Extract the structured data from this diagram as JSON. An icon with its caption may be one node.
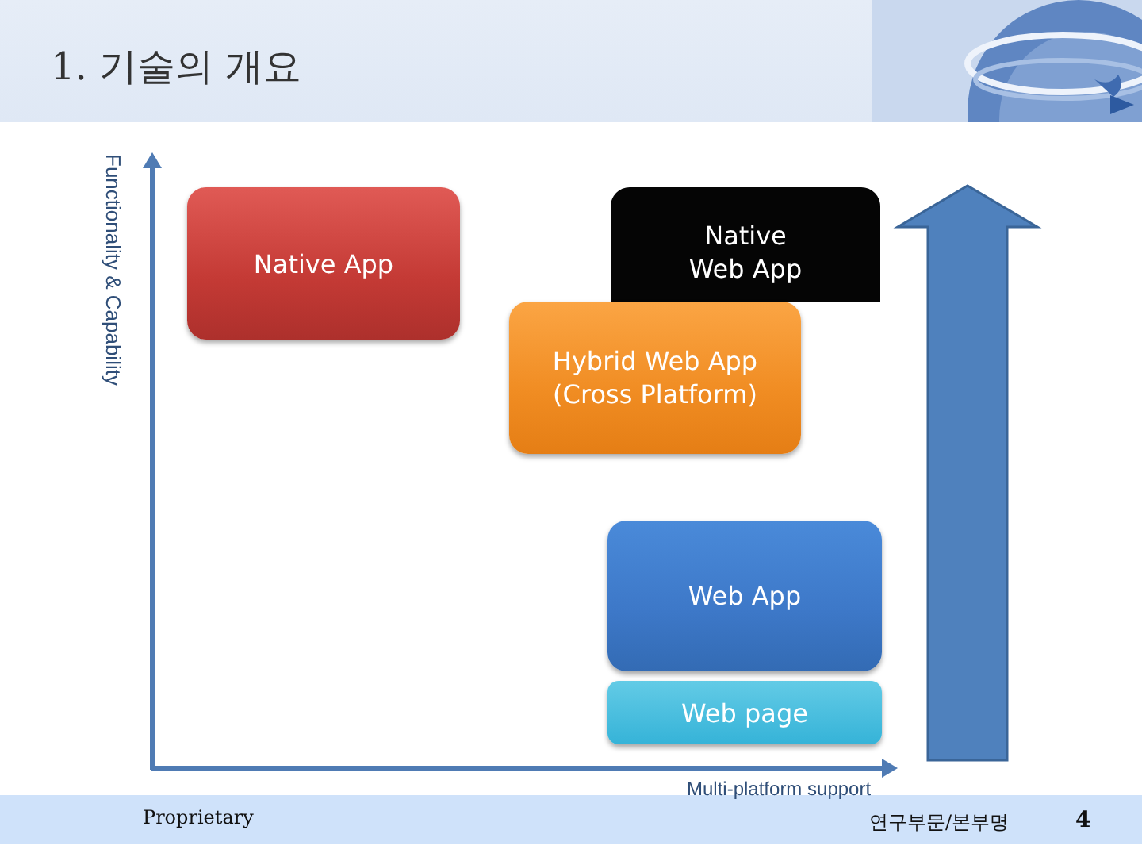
{
  "diagram": {
    "title": "1. 기술의 개요",
    "nodes": [
      {
        "text": [
          "Native App"
        ]
      },
      {
        "text": [
          "Native Web App"
        ]
      },
      {
        "text": [
          "Hybrid Web App (Cross Platform)"
        ]
      },
      {
        "text": [
          "Web App"
        ]
      },
      {
        "text": [
          "Web page"
        ]
      }
    ],
    "labels": [
      "Functionality & Capability",
      "Multi-platform support",
      "Proprietary",
      "연구부문/본부명",
      "4"
    ]
  }
}
